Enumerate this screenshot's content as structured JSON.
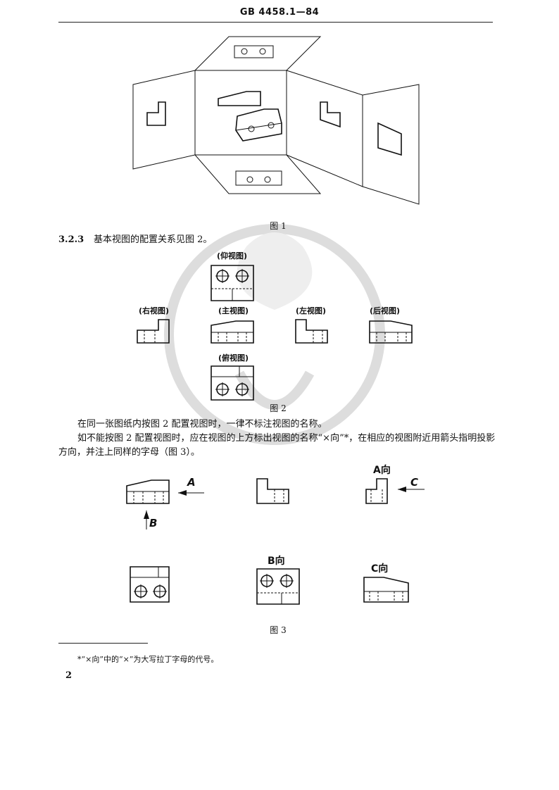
{
  "header": {
    "standard_code": "GB 4458.1—84"
  },
  "figure1": {
    "caption": "图 1"
  },
  "section": {
    "number": "3.2.3",
    "text": "基本视图的配置关系见图 2。"
  },
  "figure2": {
    "labels": {
      "bottom_view": "(仰视图)",
      "right_view": "(右视图)",
      "front_view": "(主视图)",
      "left_view": "(左视图)",
      "rear_view": "(后视图)",
      "top_view": "(俯视图)"
    },
    "caption": "图 2"
  },
  "paragraphs": [
    "在同一张图纸内按图 2 配置视图时，一律不标注视图的名称。",
    "如不能按图 2 配置视图时，应在视图的上方标出视图的名称“×向”*，在相应的视图附近用箭头指明投影方向，并注上同样的字母（图 3）。"
  ],
  "figure3": {
    "arrow_labels": {
      "a": "A",
      "b": "B",
      "c": "C"
    },
    "view_labels": {
      "a_view": "A向",
      "b_view": "B向",
      "c_view": "C向"
    },
    "caption": "图 3"
  },
  "footnote": {
    "text": "*“×向”中的“×”为大写拉丁字母的代号。"
  },
  "page_number": "2"
}
